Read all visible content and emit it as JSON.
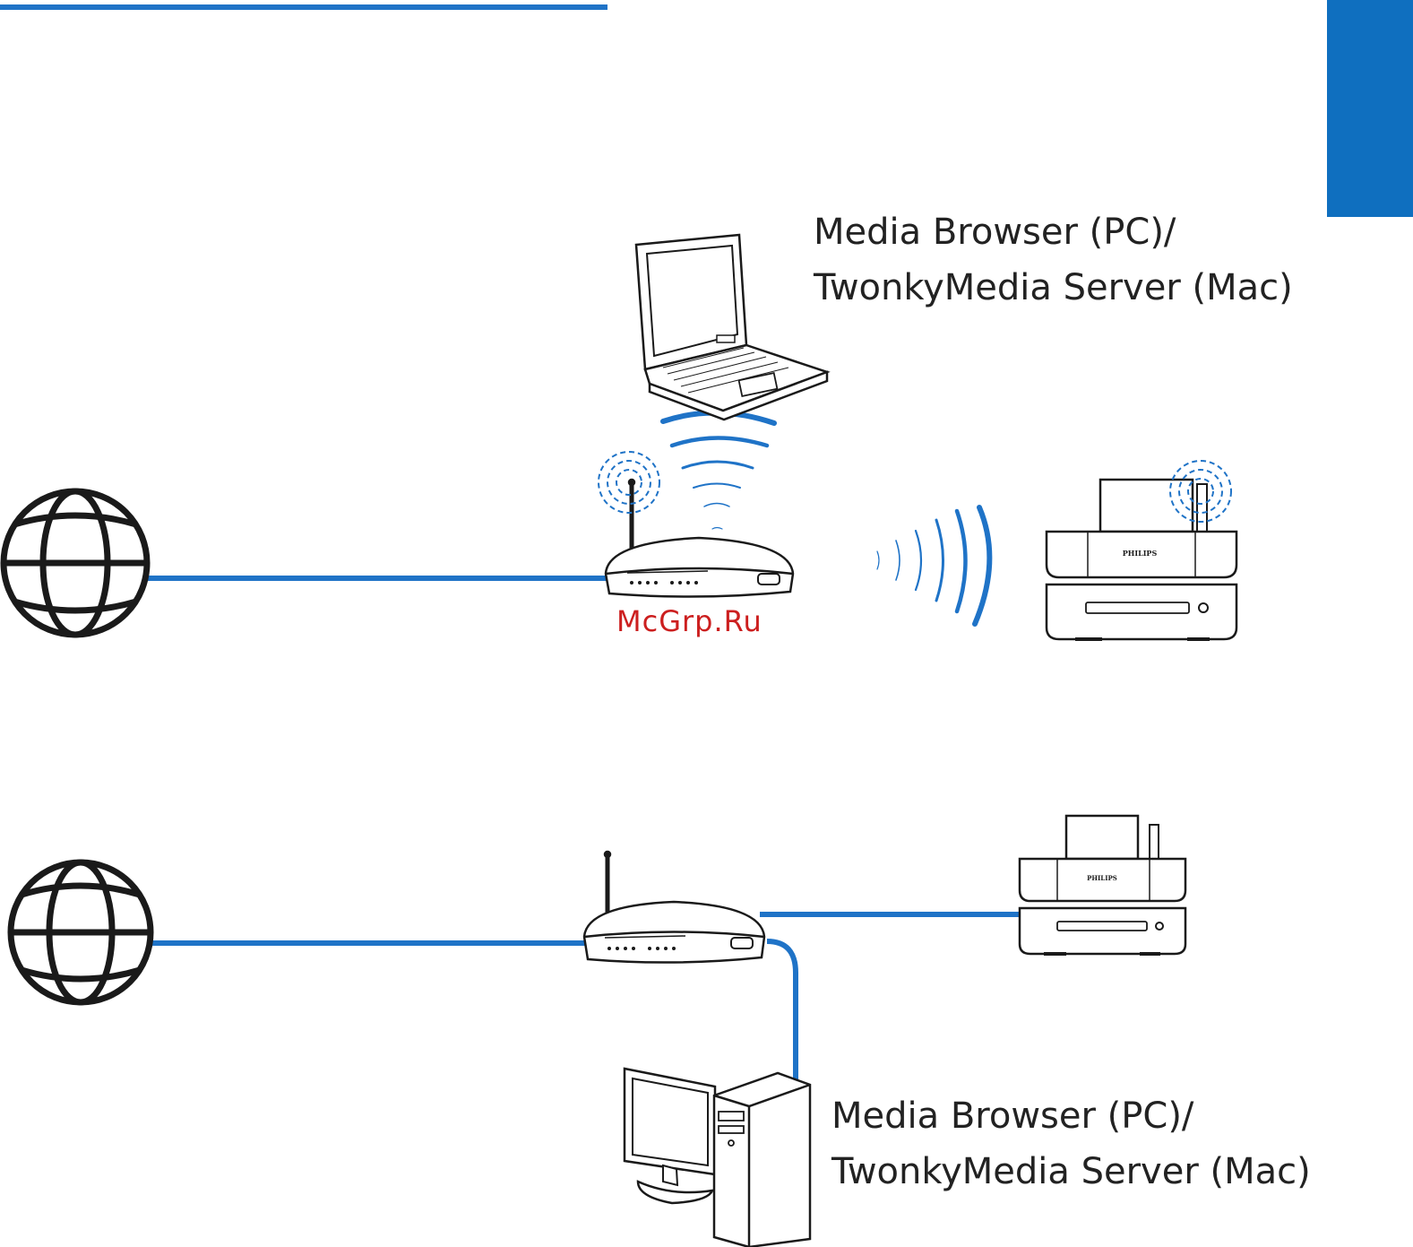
{
  "labels": {
    "top_line1": "Media Browser (PC)/",
    "top_line2": "TwonkyMedia Server (Mac)",
    "bottom_line1": "Media Browser (PC)/",
    "bottom_line2": "TwonkyMedia Server (Mac)"
  },
  "brand": "PHILIPS",
  "watermark": "McGrp.Ru",
  "colors": {
    "cable_blue": "#1f73c7",
    "accent_blue": "#0f6fbf",
    "outline": "#1a1a1a",
    "watermark_red": "#cc1f1f"
  },
  "icons": [
    "globe-icon",
    "router-icon",
    "laptop-icon",
    "desktop-pc-icon",
    "philips-streamium-system-icon",
    "wifi-signal-icon"
  ]
}
